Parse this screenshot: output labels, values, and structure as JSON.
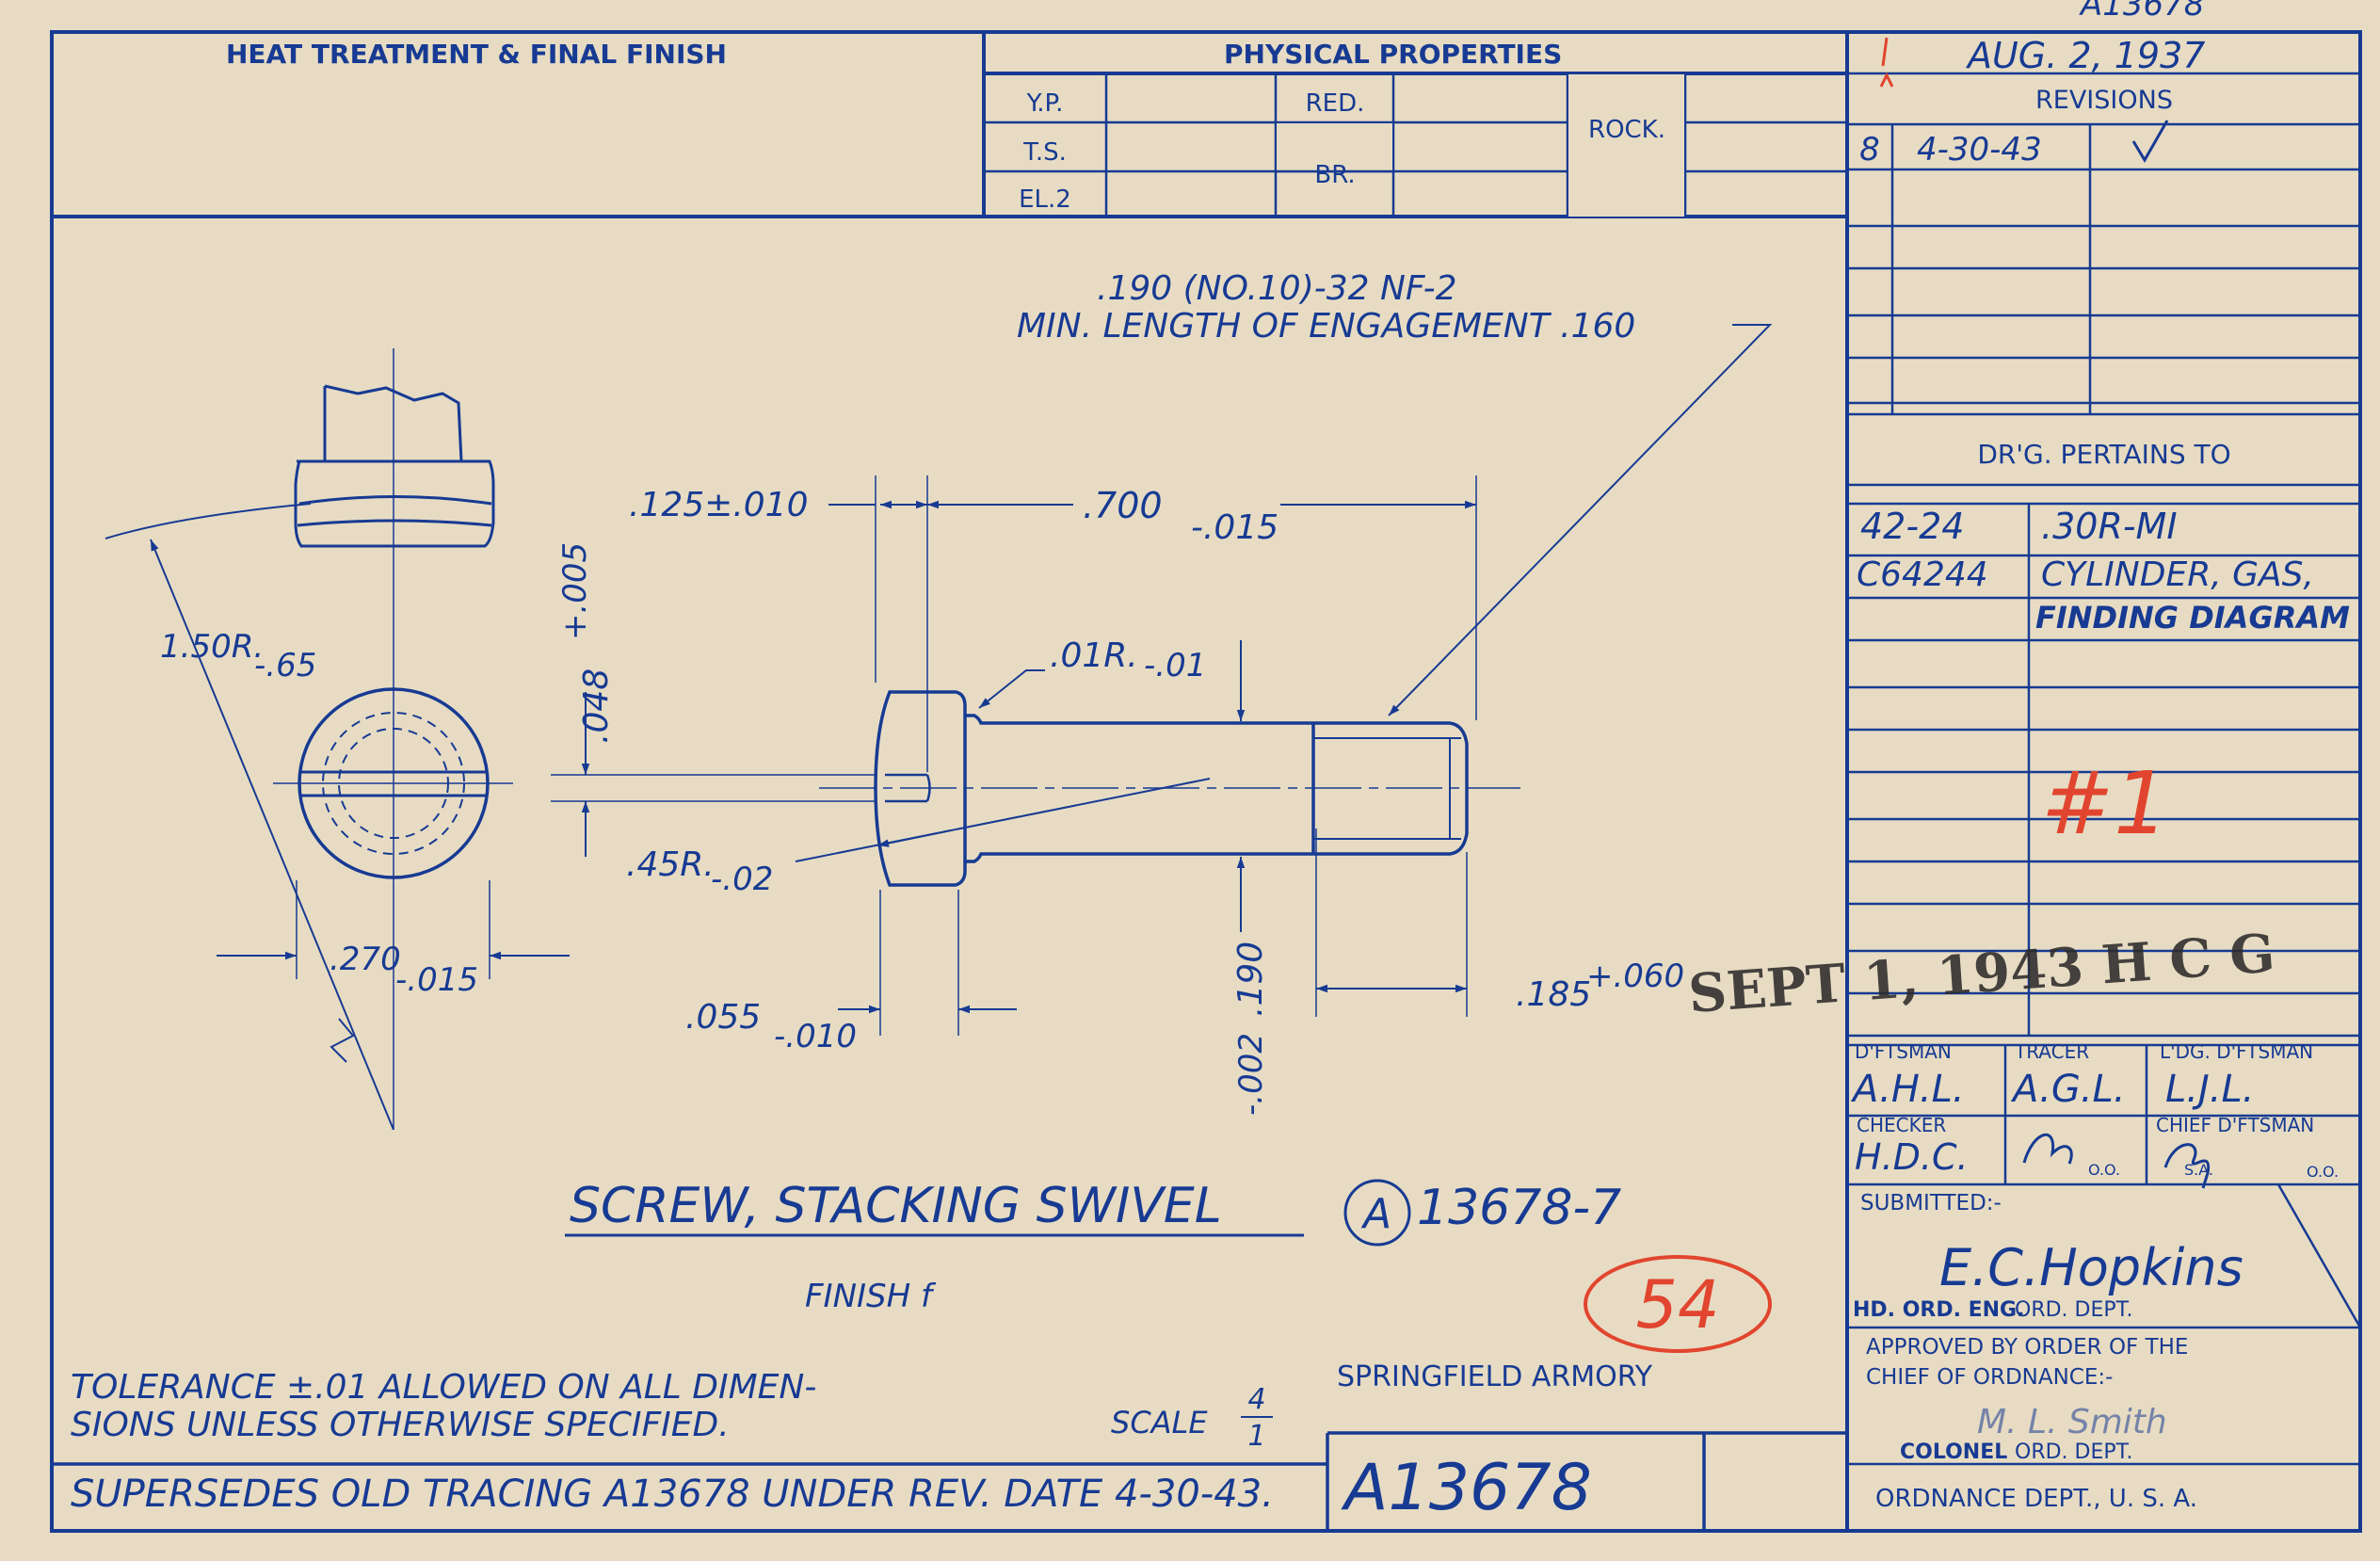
{
  "corner_number": "A13678",
  "header": {
    "heat_treatment": "HEAT TREATMENT & FINAL FINISH",
    "physical_properties": "PHYSICAL PROPERTIES",
    "yp": "Y.P.",
    "ts": "T.S.",
    "el": "EL.2",
    "red": "RED.",
    "br": "BR.",
    "rock": "ROCK."
  },
  "revisions": {
    "date": "AUG. 2, 1937",
    "title": "REVISIONS",
    "entries": [
      {
        "letter": "8",
        "date": "4-30-43"
      }
    ]
  },
  "pertains": {
    "title": "DR'G. PERTAINS TO",
    "rows": [
      {
        "code": "42-24",
        "desc": ".30R-MI"
      },
      {
        "code": "C64244",
        "desc": "CYLINDER, GAS,"
      },
      {
        "code": "",
        "desc": "FINDING DIAGRAM"
      }
    ]
  },
  "mark": "#1",
  "stamp": "SEPT 1, 1943 H C G",
  "signatures": {
    "draftsman_label": "D'FTSMAN",
    "draftsman": "A.H.L.",
    "tracer_label": "TRACER",
    "tracer": "A.G.L.",
    "lead_label": "L'DG. D'FTSMAN",
    "lead": "L.J.L.",
    "checker_label": "CHECKER",
    "checker": "H.D.C.",
    "chief_label": "CHIEF D'FTSMAN",
    "oo": "O.O.",
    "sa": "S.A.",
    "submitted_label": "SUBMITTED:-",
    "submitted_sig": "E.C.Hopkins",
    "hd_ord_eng": "HD. ORD. ENG.",
    "ord_dept": "ORD. DEPT.",
    "approved_1": "APPROVED BY ORDER OF THE",
    "approved_2": "CHIEF OF ORDNANCE:-",
    "colonel_sig": "M. L. Smith",
    "colonel": "COLONEL",
    "ordnance": "ORDNANCE DEPT., U. S. A."
  },
  "thread_callout": {
    "line1": ".190 (NO.10)-32 NF-2",
    "line2": "MIN. LENGTH OF ENGAGEMENT .160"
  },
  "dimensions": {
    "d125": ".125±.010",
    "d700": ".700",
    "d700_tol": "-.015",
    "d048": ".048",
    "d048_tol": "+.005",
    "d01r": ".01R.",
    "d01r_tol": "-.01",
    "d150r": "1.50R.",
    "d150r_tol": "-.65",
    "d45r": ".45R.",
    "d45r_tol": "-.02",
    "d270": ".270",
    "d270_tol": "-.015",
    "d055": ".055",
    "d055_tol": "-.010",
    "d190": ".190",
    "d190_tol": "-.002",
    "d185": ".185",
    "d185_tol": "+.060",
    "z": "Z"
  },
  "title_block": {
    "part_name": "SCREW, STACKING SWIVEL",
    "circle_letter": "A",
    "part_number": "13678-7",
    "finish": "FINISH f",
    "red_number": "54",
    "armory": "SPRINGFIELD  ARMORY",
    "tolerance_1": "TOLERANCE ±.01 ALLOWED ON ALL DIMEN-",
    "tolerance_2": "SIONS UNLESS OTHERWISE SPECIFIED.",
    "scale_label": "SCALE",
    "scale_num": "4",
    "scale_den": "1",
    "supersedes": "SUPERSEDES OLD TRACING A13678 UNDER REV. DATE 4-30-43.",
    "drawing_number": "A13678"
  }
}
